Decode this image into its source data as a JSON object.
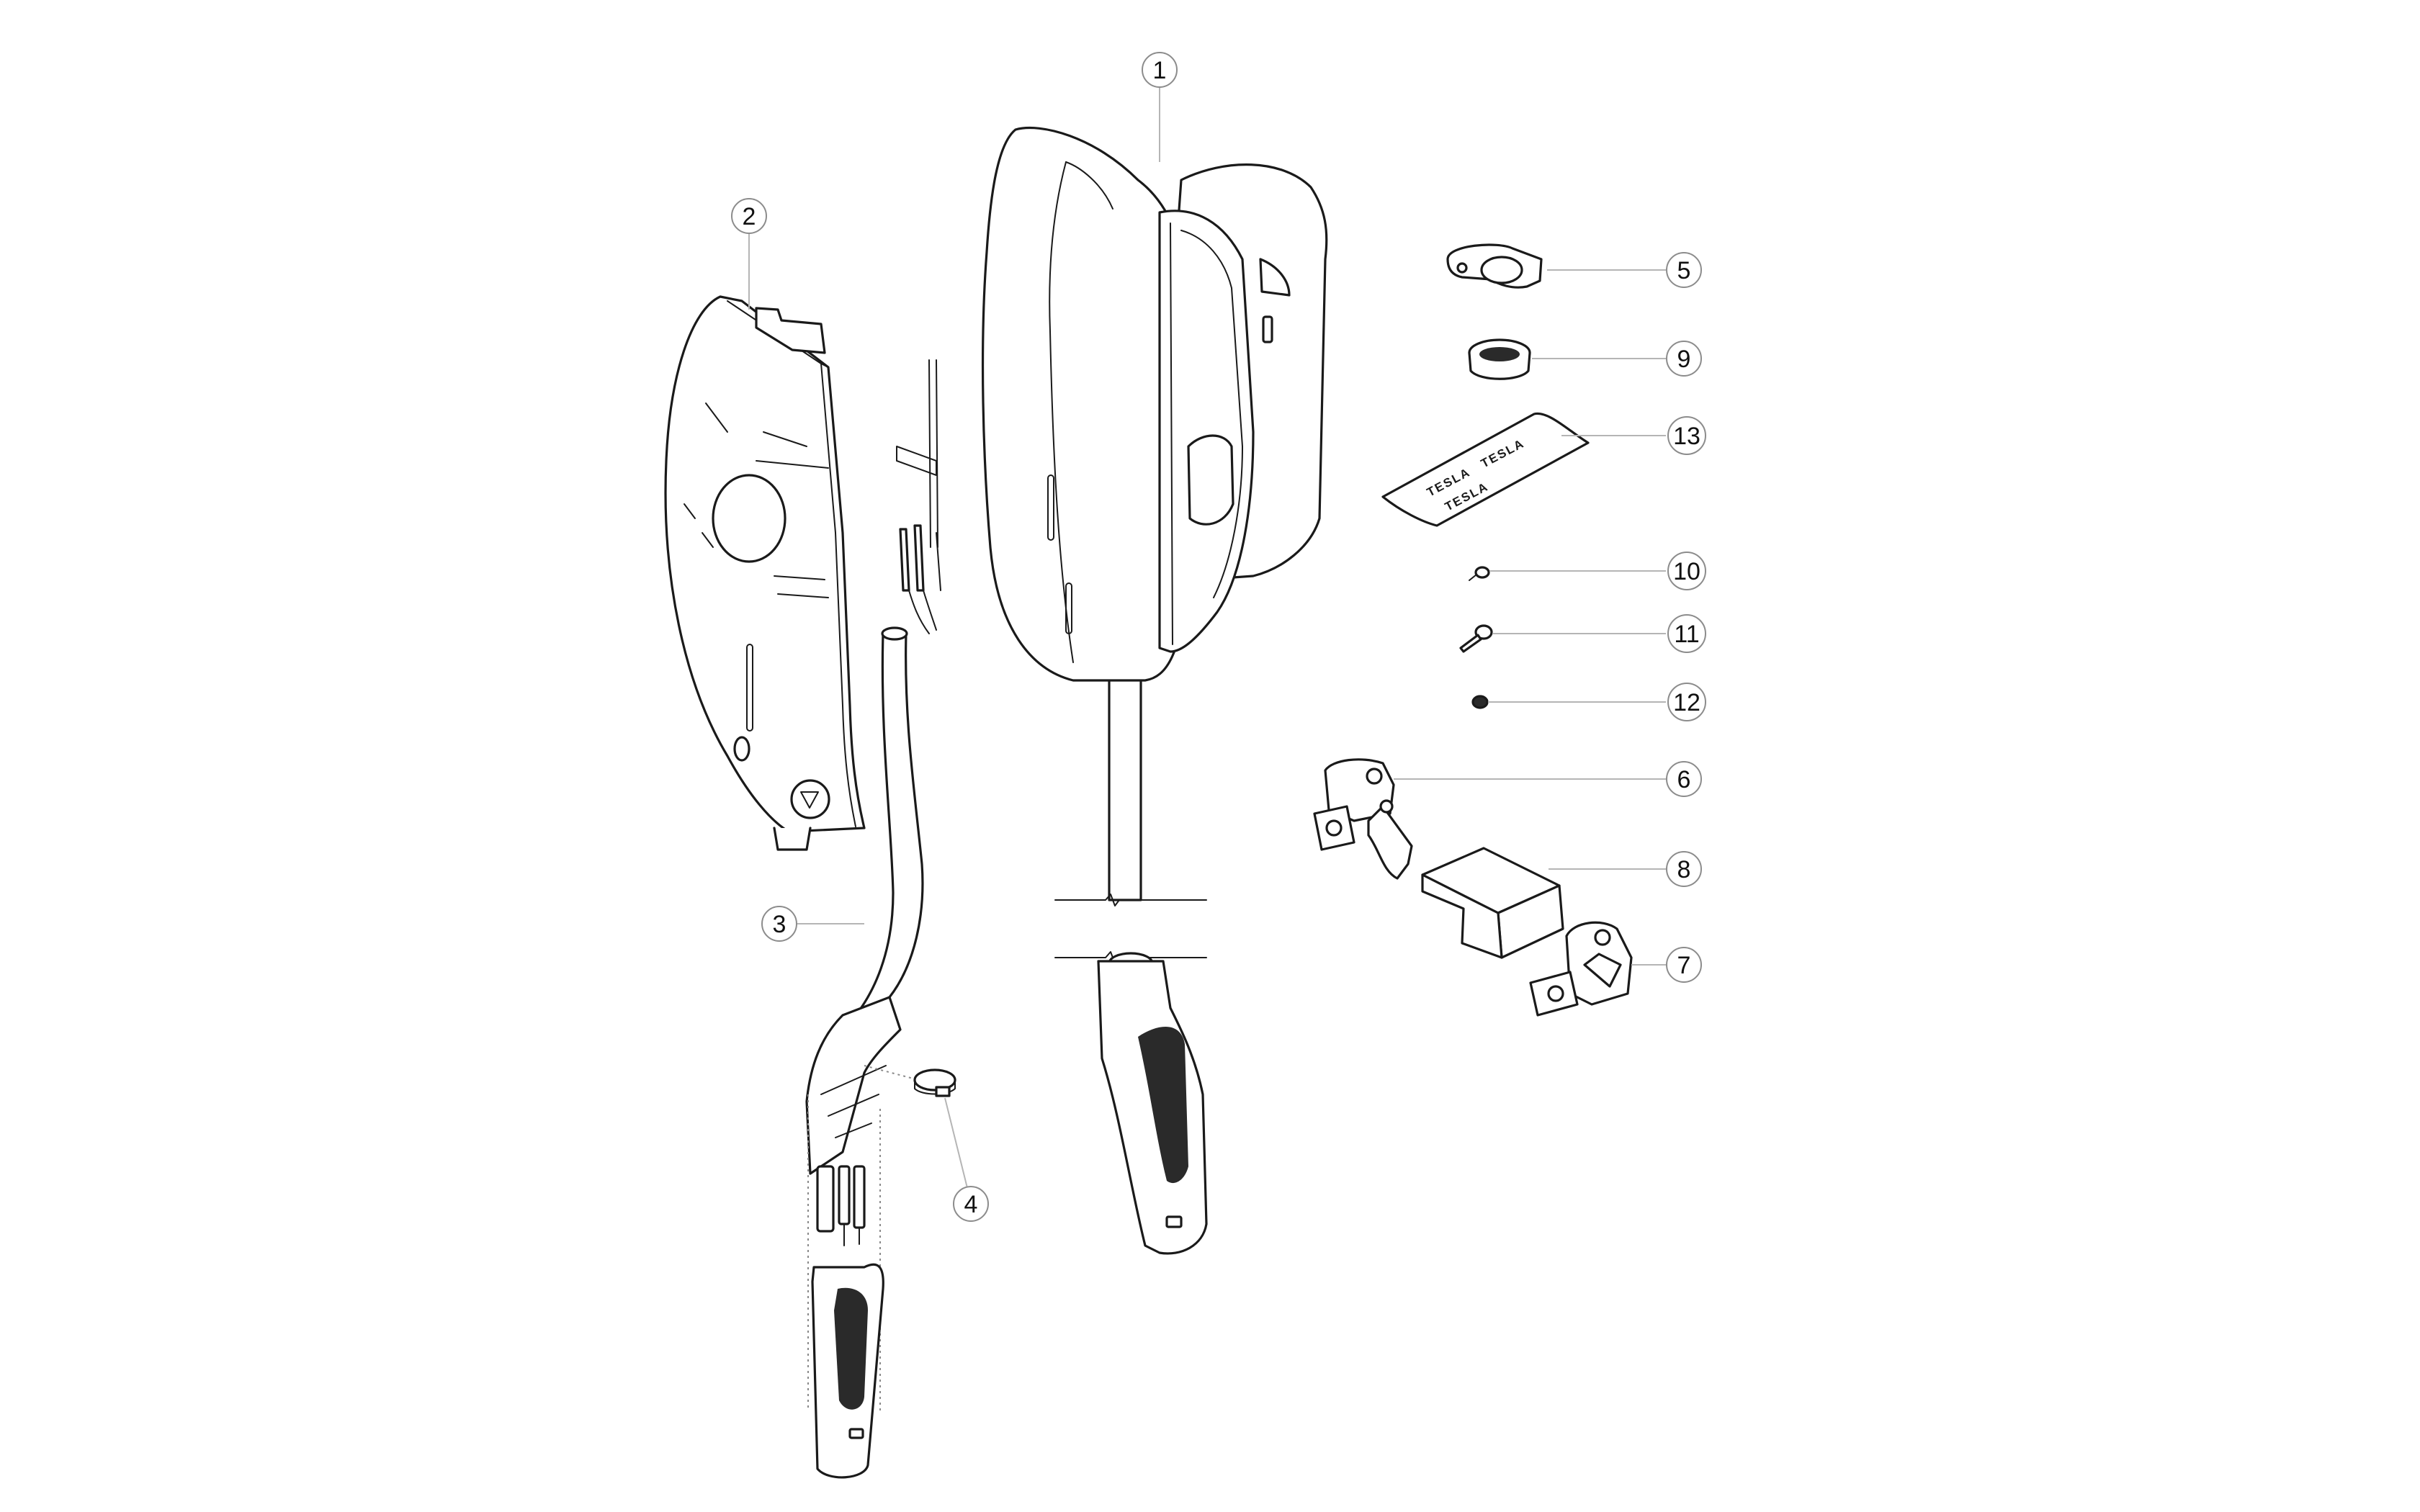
{
  "diagram": {
    "callouts": [
      {
        "id": "1",
        "label": "1"
      },
      {
        "id": "2",
        "label": "2"
      },
      {
        "id": "3",
        "label": "3"
      },
      {
        "id": "4",
        "label": "4"
      },
      {
        "id": "5",
        "label": "5"
      },
      {
        "id": "9",
        "label": "9"
      },
      {
        "id": "13",
        "label": "13"
      },
      {
        "id": "10",
        "label": "10"
      },
      {
        "id": "11",
        "label": "11"
      },
      {
        "id": "12",
        "label": "12"
      },
      {
        "id": "6",
        "label": "6"
      },
      {
        "id": "8",
        "label": "8"
      },
      {
        "id": "7",
        "label": "7"
      }
    ],
    "adhesive_pad_logo": "TESLA"
  }
}
